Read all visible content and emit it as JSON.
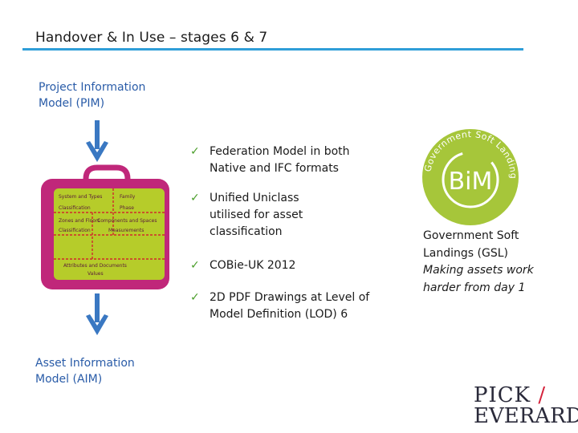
{
  "header": {
    "title": "Handover & In Use – stages 6 & 7"
  },
  "pim": {
    "line1": "Project Information",
    "line2": "Model (PIM)"
  },
  "aim": {
    "line1": "Asset Information",
    "line2": "Model (AIM)"
  },
  "case": {
    "cells": [
      "System and Types",
      "Family",
      "Classification",
      "Phase",
      "Zones and Floors",
      "Components and Spaces",
      "Classification",
      "Measurements",
      "Attributes and Documents",
      "Values"
    ]
  },
  "bullets": [
    {
      "line1": "Federation Model in both",
      "line2": "Native and IFC formats"
    },
    {
      "line1": "Unified Uniclass",
      "line2": "utilised for asset",
      "line3": "classification"
    },
    {
      "line1": "COBie-UK 2012"
    },
    {
      "line1": "2D PDF Drawings at Level of",
      "line2": "Model Definition (LOD) 6"
    }
  ],
  "bim_logo": {
    "ring_text": "Government Soft Landings",
    "center": "BiM"
  },
  "gsl": {
    "line1": "Government Soft",
    "line2": "Landings (GSL)",
    "line3": "Making assets work",
    "line4": "harder from day 1"
  },
  "company": {
    "line1": "PICK",
    "slash": "/",
    "line2": "EVERARD"
  },
  "colors": {
    "accent_rule": "#2f9ed8",
    "label_blue": "#2a5ca8",
    "case_magenta": "#c0277a",
    "case_green": "#b6cc2a",
    "bim_green": "#a6c63a",
    "logo_red": "#d4213a"
  }
}
